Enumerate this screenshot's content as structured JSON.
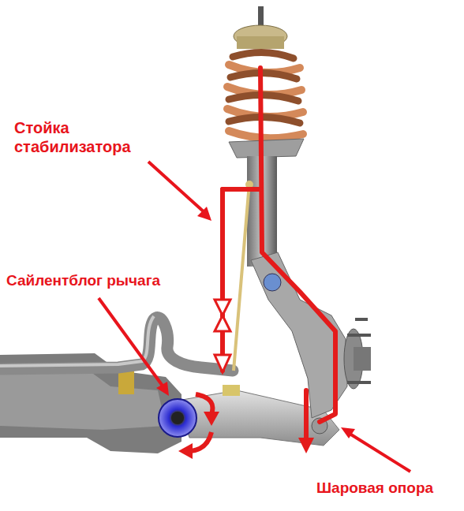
{
  "diagram": {
    "labels": [
      "Стойка стабилизатора",
      "Сайлентблог рычага",
      "Шаровая опора"
    ]
  }
}
